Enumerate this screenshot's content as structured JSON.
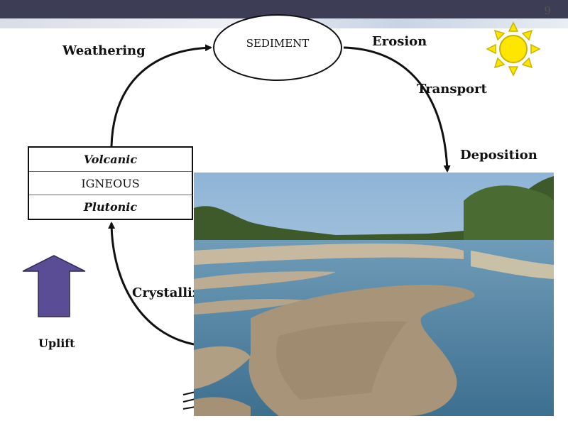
{
  "slide_number": "9",
  "center_node": "SEDIMENT",
  "igneous_box": {
    "top": "Volcanic",
    "middle": "IGNEOUS",
    "bottom": "Plutonic"
  },
  "labels": {
    "weathering": "Weathering",
    "erosion": "Erosion",
    "transport": "Transport",
    "deposition": "Deposition",
    "crystallization": "Crystalliz",
    "uplift": "Uplift"
  },
  "icons": {
    "sun": "sun-icon",
    "uplift_arrow": "up-arrow-icon"
  },
  "colors": {
    "sun_fill": "#ffe600",
    "sun_stroke": "#c8b400",
    "uplift_arrow": "#5a4d96",
    "topbar": "#3d3d55"
  }
}
